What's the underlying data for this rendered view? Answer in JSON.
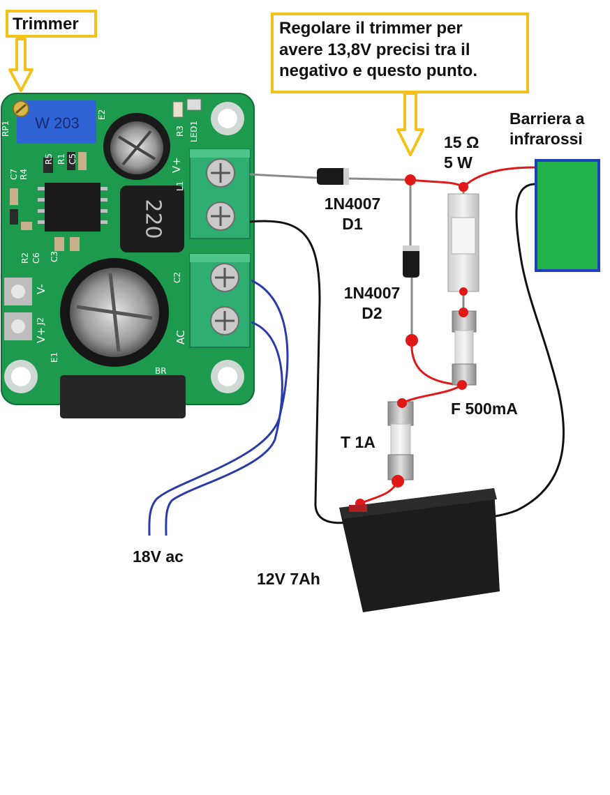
{
  "callouts": {
    "trimmer": "Trimmer",
    "instruction": [
      "Regolare il trimmer per",
      "avere 13,8V precisi tra il",
      "negativo e questo punto."
    ]
  },
  "board": {
    "terminals": {
      "vplus": "V+",
      "vminus": "V-",
      "ac": "AC"
    },
    "inductor_code": "220",
    "trimmer_code": "W 203",
    "silkscreen": [
      "RP1",
      "E2",
      "LED1",
      "R3",
      "R5",
      "R1",
      "C5",
      "C7",
      "R4",
      "R2",
      "C6",
      "C3",
      "J2",
      "V+",
      "V-",
      "C2",
      "L1",
      "E1",
      "BR"
    ]
  },
  "components": {
    "d1": [
      "1N4007",
      "D1"
    ],
    "d2": [
      "1N4007",
      "D2"
    ],
    "resistor": [
      "15 Ω",
      "5 W"
    ],
    "fuse_f": "F 500mA",
    "fuse_t": "T 1A",
    "barrier": [
      "Barriera a",
      "infrarossi"
    ],
    "ac_input": "18V ac",
    "battery": "12V 7Ah"
  },
  "colors": {
    "callout_border": "#f2c21b",
    "pcb": "#1e9a4e",
    "terminal": "#2fae72",
    "wire_positive": "#e01818",
    "wire_negative": "#111111",
    "wire_ac": "#2a3aa8",
    "barrier_fill": "#22b04b",
    "barrier_border": "#1d3fbf",
    "battery": "#1c1c1c"
  }
}
